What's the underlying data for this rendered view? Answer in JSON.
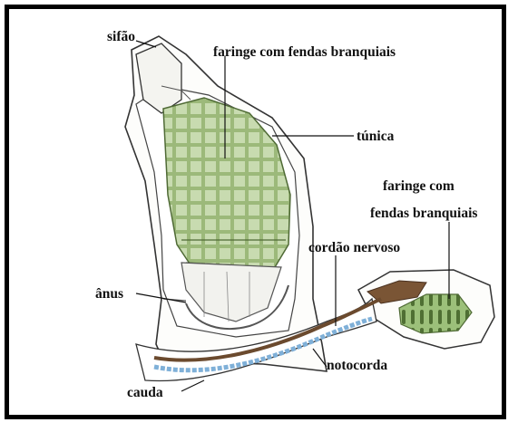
{
  "labels": {
    "siphon": "sifão",
    "pharynx_adult": "faringe com fendas branquiais",
    "tunic": "túnica",
    "pharynx_larva_line1": "faringe com",
    "pharynx_larva_line2": "fendas branquiais",
    "nerve_cord": "cordão nervoso",
    "anus": "ânus",
    "notochord": "notocorda",
    "tail": "cauda"
  },
  "colors": {
    "pharynx_green": "#8fae6a",
    "pharynx_dark": "#5e7d3f",
    "nerve_cord": "#6b4a2e",
    "notochord": "#7fb0d8",
    "frame": "#000000"
  }
}
